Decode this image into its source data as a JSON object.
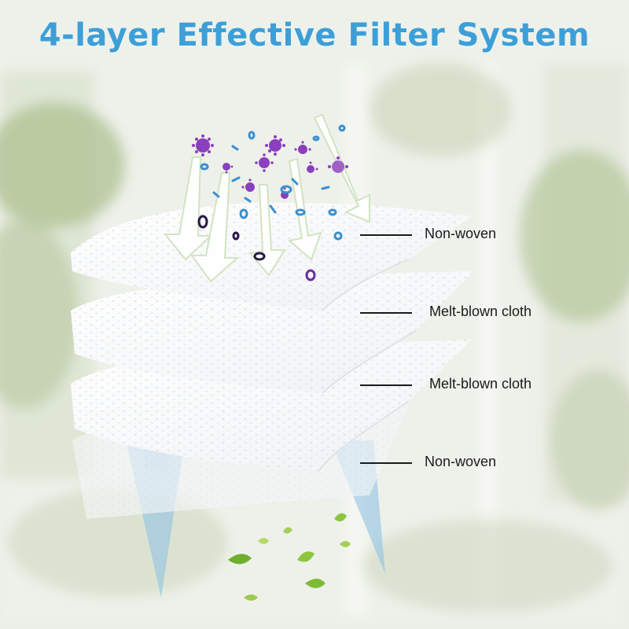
{
  "title": "4-layer Effective Filter System",
  "layers": [
    {
      "label": "Non-woven"
    },
    {
      "label": "Melt-blown cloth"
    },
    {
      "label": "Melt-blown cloth"
    },
    {
      "label": "Non-woven"
    }
  ],
  "colors": {
    "title": "#3d9fd8",
    "sheet": "#ffffff",
    "airflow": "#8fc3e3",
    "virus": "#8a3fbf",
    "particle_blue": "#3a8fd0",
    "leaf": "#8cc63f",
    "leader_line": "#1a1a1a"
  }
}
